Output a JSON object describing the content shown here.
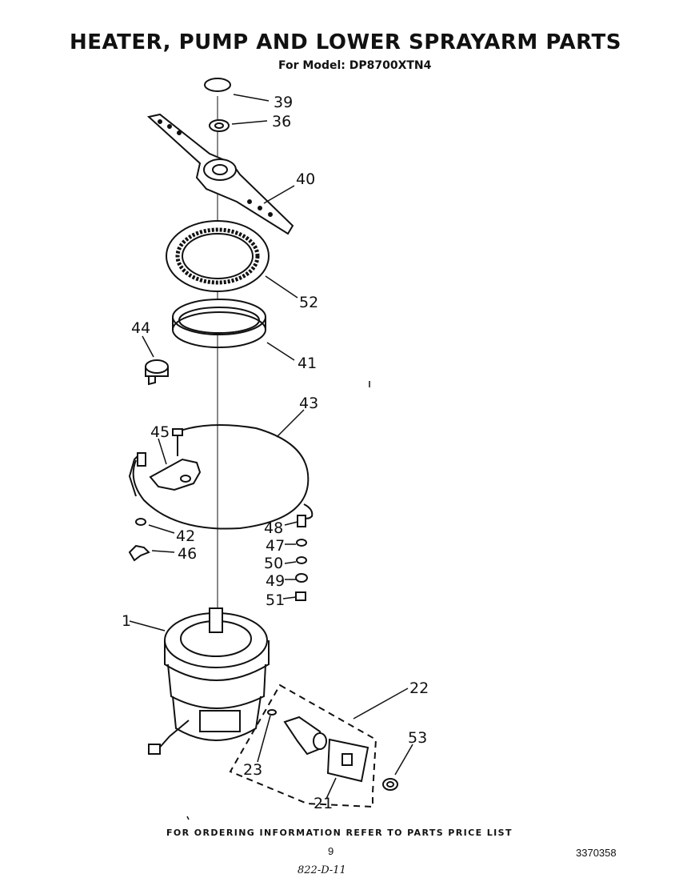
{
  "header": {
    "title": "HEATER, PUMP AND LOWER SPRAYARM PARTS",
    "subtitle": "For Model: DP8700XTN4"
  },
  "callouts": [
    "39",
    "36",
    "40",
    "52",
    "44",
    "41",
    "43",
    "45",
    "48",
    "47",
    "42",
    "46",
    "50",
    "49",
    "51",
    "1",
    "22",
    "53",
    "23",
    "21"
  ],
  "footer": {
    "note": "FOR ORDERING INFORMATION REFER TO PARTS PRICE LIST",
    "page": "9",
    "code": "3370358",
    "handwritten": "822-D-11"
  }
}
